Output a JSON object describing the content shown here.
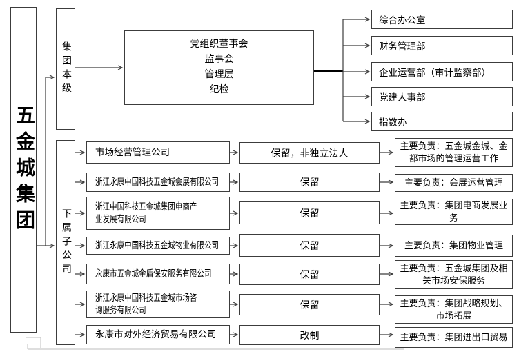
{
  "root": {
    "label": "五金城集团"
  },
  "group_level": {
    "label": "集团本级",
    "board": {
      "lines": [
        "党组织董事会",
        "监事会",
        "管理层",
        "纪检"
      ]
    },
    "departments": [
      "综合办公室",
      "财务管理部",
      "企业运营部（审计监察部）",
      "党建人事部",
      "指数办"
    ]
  },
  "subsidiaries": {
    "label": "下属子公司",
    "rows": [
      {
        "company": "市场经营管理公司",
        "status": "保留，非独立法人",
        "duty": "主要负责：五金城金城、金都市场的管理运营工作"
      },
      {
        "company": "浙江永康中国科技五金城会展有限公司",
        "status": "保留",
        "duty": "主要负责：会展运营管理"
      },
      {
        "company": "浙江中国科技五金城集团电商产业发展有限公司",
        "status": "保留",
        "duty": "主要负责：集团电商发展业务"
      },
      {
        "company": "浙江永康中国科技五金城物业有限公司",
        "status": "保留",
        "duty": "主要负责：集团物业管理"
      },
      {
        "company": "永康市五金城金盾保安服务有限公司",
        "status": "保留",
        "duty": "主要负责：五金城集团及相关市场安保服务"
      },
      {
        "company": "浙江永康中国科技五金城市场咨询服务有限公司",
        "status": "保留",
        "duty": "主要负责：集团战略规划、市场拓展"
      },
      {
        "company": "永康市对外经济贸易有限公司",
        "status": "改制",
        "duty": "主要负责：集团进出口贸易"
      }
    ]
  },
  "colors": {
    "line": "#3c3c3c",
    "thick_line": "#000000",
    "border": "#3c3c3c",
    "background": "#ffffff",
    "artifact_grey": "#c9c9c9"
  }
}
